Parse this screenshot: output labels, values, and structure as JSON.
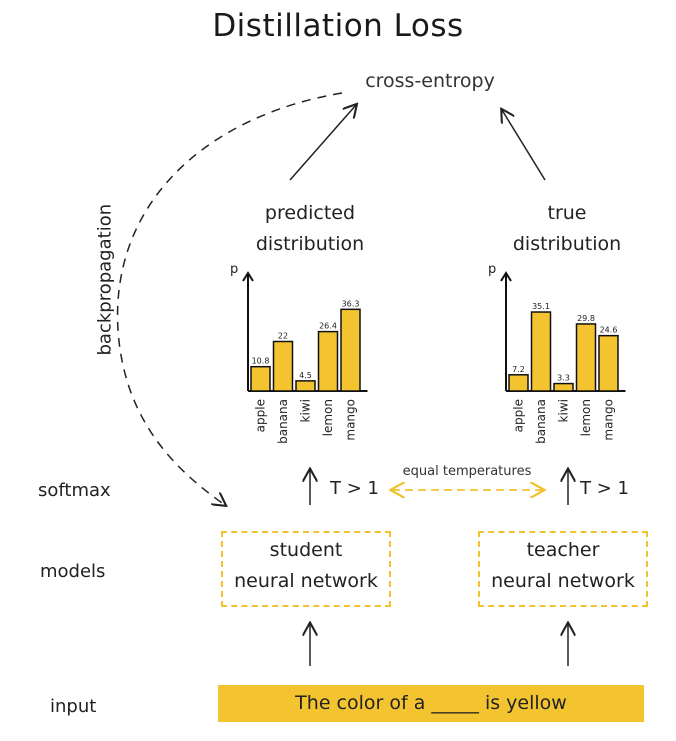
{
  "title": "Distillation Loss",
  "loss_label": "cross-entropy",
  "backprop_label": "backpropagation",
  "rows": {
    "softmax": "softmax",
    "models": "models",
    "input": "input"
  },
  "left": {
    "label_line1": "predicted",
    "label_line2": "distribution",
    "y_axis": "p",
    "temperature": "T > 1",
    "model_line1": "student",
    "model_line2": "neural network"
  },
  "right": {
    "label_line1": "true",
    "label_line2": "distribution",
    "y_axis": "p",
    "temperature": "T > 1",
    "model_line1": "teacher",
    "model_line2": "neural network"
  },
  "equal_temperatures": "equal temperatures",
  "input_text": "The color of a _____ is yellow",
  "colors": {
    "bar_fill": "#f4c430",
    "dashed_box": "#f2c12e",
    "input_bar": "#f4c430"
  },
  "chart_data": [
    {
      "type": "bar",
      "title": "predicted distribution",
      "ylabel": "p",
      "categories": [
        "apple",
        "banana",
        "kiwi",
        "lemon",
        "mango"
      ],
      "values": [
        10.8,
        22,
        4.5,
        26.4,
        36.3
      ],
      "value_labels": [
        "10.8",
        "22",
        "4.5",
        "26.4",
        "36.3"
      ]
    },
    {
      "type": "bar",
      "title": "true distribution",
      "ylabel": "p",
      "categories": [
        "apple",
        "banana",
        "kiwi",
        "lemon",
        "mango"
      ],
      "values": [
        7.2,
        35.1,
        3.3,
        29.8,
        24.6
      ],
      "value_labels": [
        "7.2",
        "35.1",
        "3.3",
        "29.8",
        "24.6"
      ]
    }
  ]
}
